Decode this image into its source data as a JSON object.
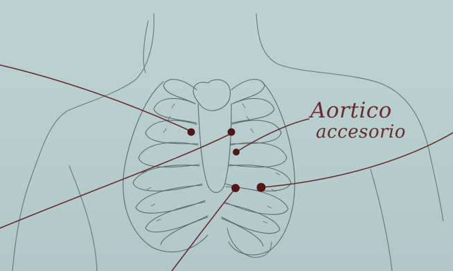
{
  "image": {
    "subject": "hand-drawn-sketch",
    "colors": {
      "paper": "#b9d0d0",
      "pencil": "#5d6a6b",
      "ink": "#6b2a30",
      "dot": "#5a1416"
    }
  },
  "annotations": {
    "line1": "Aortico",
    "line2": "accesorio"
  }
}
